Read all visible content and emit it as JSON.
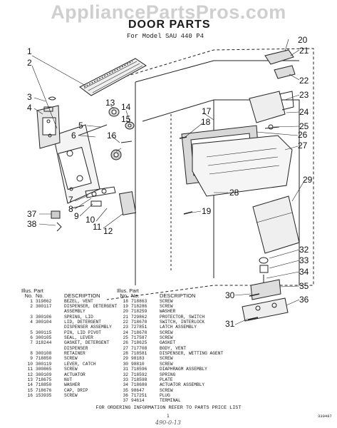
{
  "watermark": "AppliancePartsPros.com",
  "title": "DOOR PARTS",
  "subtitle": "For Model SAU 440 P4",
  "callouts": [
    "1",
    "2",
    "3",
    "4",
    "5",
    "6",
    "7",
    "8",
    "9",
    "10",
    "11",
    "12",
    "13",
    "14",
    "15",
    "16",
    "17",
    "18",
    "19",
    "20",
    "21",
    "22",
    "23",
    "24",
    "25",
    "26",
    "27",
    "28",
    "29",
    "30",
    "31",
    "32",
    "33",
    "34",
    "35",
    "36",
    "37",
    "38"
  ],
  "table": {
    "header_illus": "Illus. Part",
    "header_no": "No.",
    "header_part_no": "No.",
    "header_desc": "DESCRIPTION"
  },
  "parts_left": [
    {
      "no": "1",
      "part": "319862",
      "desc": "BEZEL, VENT"
    },
    {
      "no": "2",
      "part": "300117",
      "desc": "DISPENSER, DETERGENT"
    },
    {
      "no": "",
      "part": "",
      "desc": "ASSEMBLY"
    },
    {
      "no": "3",
      "part": "300106",
      "desc": "SPRING, LID"
    },
    {
      "no": "4",
      "part": "300104",
      "desc": "LID, DETERGENT"
    },
    {
      "no": "",
      "part": "",
      "desc": "DISPENSER ASSEMBLY"
    },
    {
      "no": "5",
      "part": "300115",
      "desc": "PIN, LID PIVOT"
    },
    {
      "no": "6",
      "part": "300105",
      "desc": "SEAL, LEVER"
    },
    {
      "no": "7",
      "part": "318244",
      "desc": "GASKET, DETERGENT"
    },
    {
      "no": "",
      "part": "",
      "desc": "DISPENSER"
    },
    {
      "no": "8",
      "part": "300108",
      "desc": "RETAINER"
    },
    {
      "no": "9",
      "part": "718850",
      "desc": "SCREW"
    },
    {
      "no": "10",
      "part": "300119",
      "desc": "LEVER, CATCH"
    },
    {
      "no": "11",
      "part": "300865",
      "desc": "SCREW"
    },
    {
      "no": "12",
      "part": "300109",
      "desc": "ACTUATOR"
    },
    {
      "no": "13",
      "part": "718675",
      "desc": "NUT"
    },
    {
      "no": "14",
      "part": "718850",
      "desc": "WASHER"
    },
    {
      "no": "15",
      "part": "718676",
      "desc": "CAP, DRIP"
    },
    {
      "no": "16",
      "part": "153935",
      "desc": "SCREW"
    }
  ],
  "parts_right": [
    {
      "no": "18",
      "part": "718863",
      "desc": "SCREW"
    },
    {
      "no": "19",
      "part": "718286",
      "desc": "SCREW"
    },
    {
      "no": "20",
      "part": "718259",
      "desc": "WASHER"
    },
    {
      "no": "21",
      "part": "729862",
      "desc": "PROTECTOR, SWITCH"
    },
    {
      "no": "22",
      "part": "718670",
      "desc": "SWITCH, INTERLOCK"
    },
    {
      "no": "23",
      "part": "727851",
      "desc": "LATCH ASSEMBLY"
    },
    {
      "no": "24",
      "part": "718678",
      "desc": "SCREW"
    },
    {
      "no": "25",
      "part": "717587",
      "desc": "SCREW"
    },
    {
      "no": "26",
      "part": "718625",
      "desc": "GASKET"
    },
    {
      "no": "27",
      "part": "717708",
      "desc": "BODY, VENT"
    },
    {
      "no": "28",
      "part": "718581",
      "desc": "DISPENSER, WETTING AGENT"
    },
    {
      "no": "29",
      "part": "98183",
      "desc": "SCREW"
    },
    {
      "no": "30",
      "part": "98810",
      "desc": "SCREW"
    },
    {
      "no": "31",
      "part": "718596",
      "desc": "DIAPHRAGM ASSEMBLY"
    },
    {
      "no": "32",
      "part": "718592",
      "desc": "SPRING"
    },
    {
      "no": "33",
      "part": "718598",
      "desc": "PLATE"
    },
    {
      "no": "34",
      "part": "718680",
      "desc": "ACTUATOR ASSEMBLY"
    },
    {
      "no": "35",
      "part": "98647",
      "desc": "SCREW"
    },
    {
      "no": "36",
      "part": "717251",
      "desc": "PLUG"
    },
    {
      "no": "37",
      "part": "94614",
      "desc": "TERMINAL"
    }
  ],
  "footer": "FOR ORDERING INFORMATION REFER TO PARTS PRICE LIST",
  "page_number": "1",
  "handwritten_note": "490-0-13",
  "drawing_id": "330487"
}
